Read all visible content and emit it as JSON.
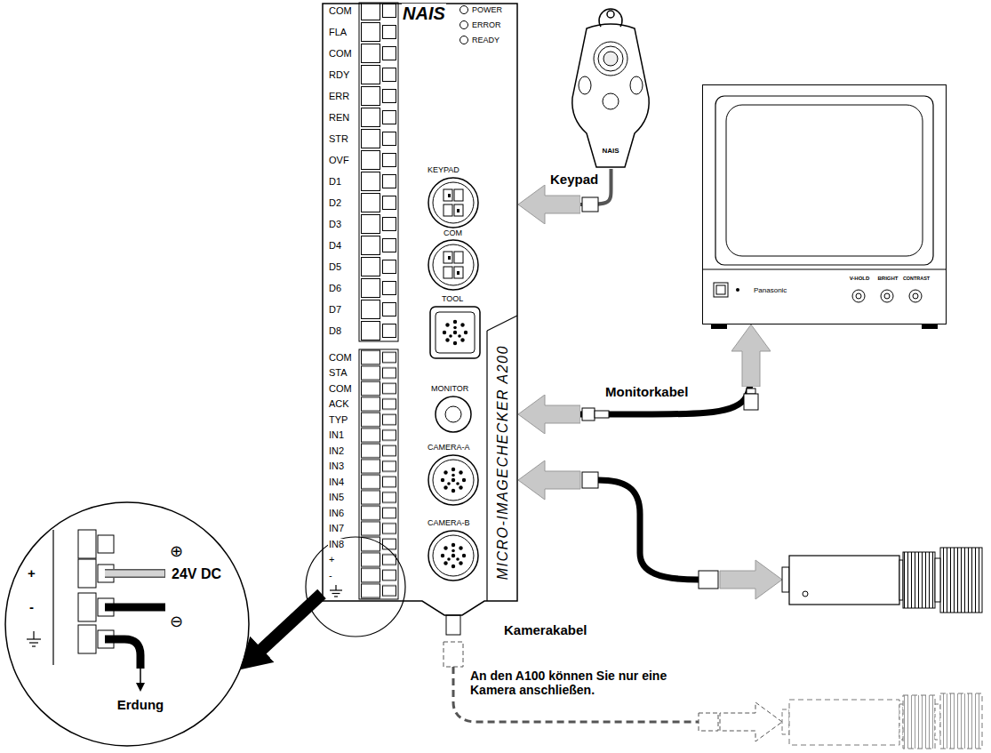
{
  "diagram": {
    "nodes": [
      {
        "text": [
          "NAIS",
          "MICRO-IMAGECHECKER A200"
        ]
      },
      {
        "text": [
          "NAIS"
        ]
      },
      {
        "text": [
          "Panasonic",
          "V-HOLD",
          "BRIGHT",
          "CONTRAST"
        ]
      },
      {
        "text": [
          "+",
          "-",
          "⊕",
          "24V DC",
          "⊖",
          "Erdung"
        ]
      }
    ],
    "edges": [
      {
        "from": 1,
        "to": 0,
        "arrow": "to",
        "label": "Keypad"
      },
      {
        "from": 0,
        "to": 2,
        "arrow": "both",
        "label": "Monitorkabel"
      },
      {
        "from": 0,
        "to": 3,
        "arrow": "to"
      }
    ],
    "labels": [
      "COM",
      "FLA",
      "COM",
      "RDY",
      "ERR",
      "REN",
      "STR",
      "OVF",
      "D1",
      "D2",
      "D3",
      "D4",
      "D5",
      "D6",
      "D7",
      "D8",
      "POWER",
      "ERROR",
      "READY",
      "KEYPAD",
      "COM",
      "TOOL",
      "MONITOR",
      "CAMERA-A",
      "CAMERA-B",
      "COM",
      "STA",
      "COM",
      "ACK",
      "TYP",
      "IN1",
      "IN2",
      "IN3",
      "IN4",
      "IN5",
      "IN6",
      "IN7",
      "IN8",
      "+",
      "-",
      "Kamerakabel",
      "An den A100 können Sie nur eine Kamera anschließen."
    ]
  }
}
